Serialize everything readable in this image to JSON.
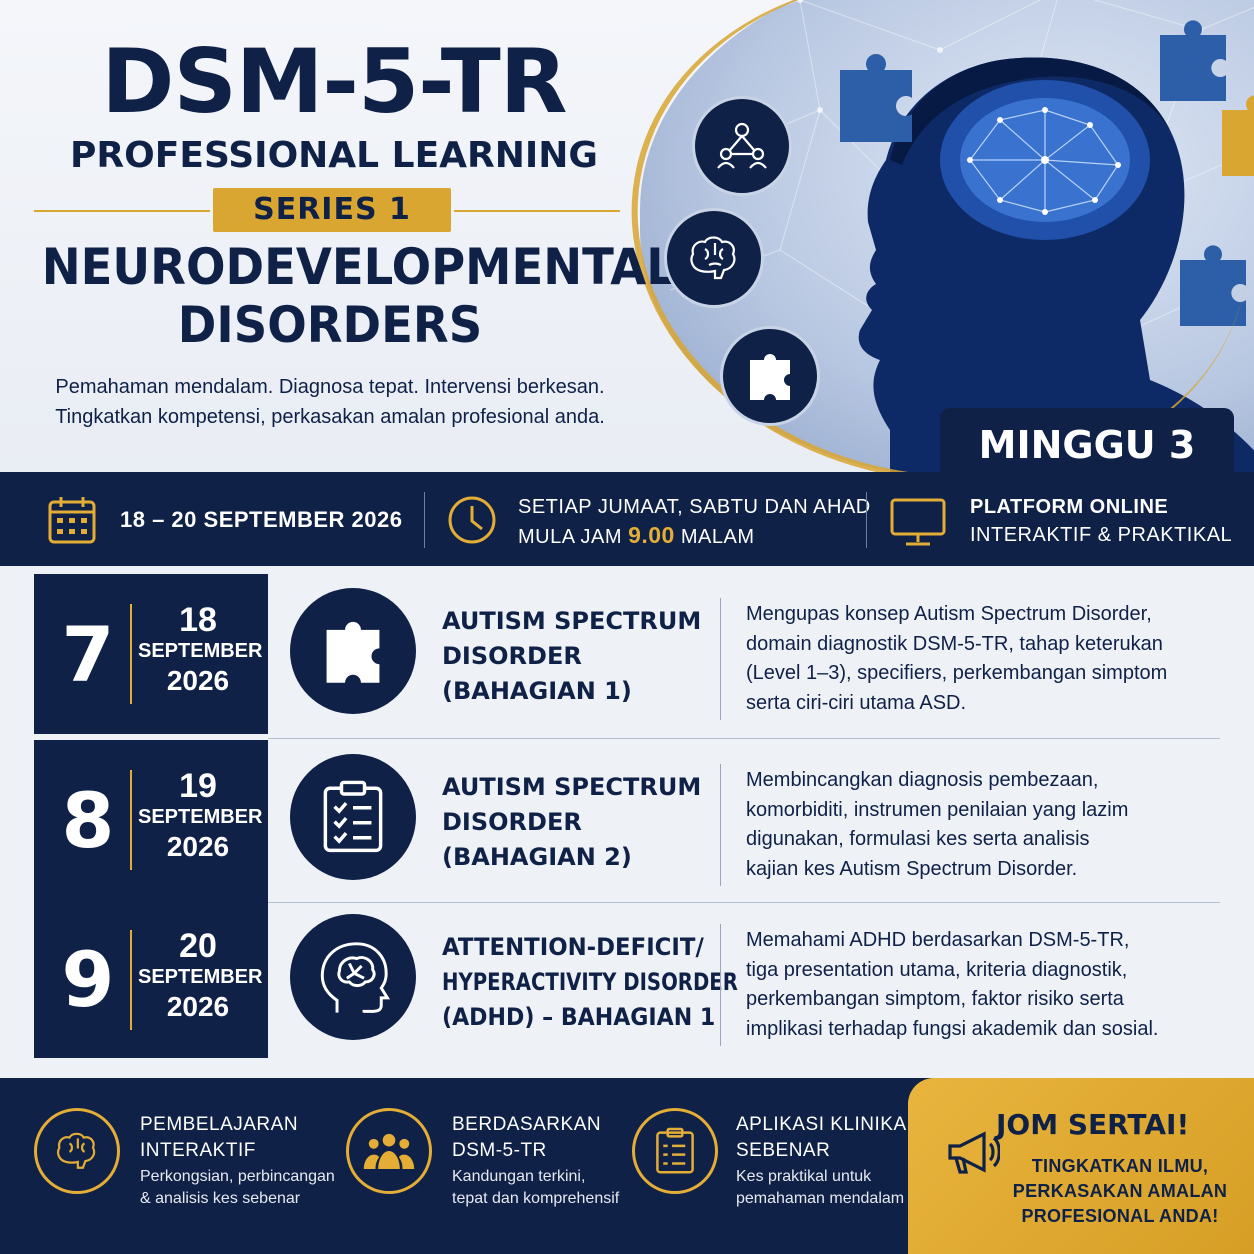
{
  "colors": {
    "navy": "#0f2147",
    "gold": "#e3ad36",
    "light": "#eef1f6"
  },
  "hero": {
    "title": "DSM-5-TR",
    "subtitle": "PROFESSIONAL LEARNING",
    "series": "SERIES 1",
    "topic_line1": "NEURODEVELOPMENTAL",
    "topic_line2": "DISORDERS",
    "tagline1": "Pemahaman mendalam. Diagnosa tepat. Intervensi berkesan.",
    "tagline2": "Tingkatkan kompetensi, perkasakan amalan profesional anda.",
    "icons": [
      "people-network-icon",
      "brain-icon",
      "puzzle-icon"
    ],
    "week": "MINGGU 3"
  },
  "info_bar": {
    "date": "18 – 20 SEPTEMBER 2026",
    "schedule_line1": "SETIAP JUMAAT, SABTU DAN AHAD",
    "schedule_line2_pre": "MULA JAM ",
    "schedule_time": "9.00",
    "schedule_line2_post": " MALAM",
    "platform_line1": "PLATFORM ONLINE",
    "platform_line2": "INTERAKTIF & PRAKTIKAL"
  },
  "sessions": [
    {
      "number": "7",
      "day": "18",
      "month": "SEPTEMBER",
      "year": "2026",
      "icon": "puzzle-icon",
      "title": [
        "AUTISM SPECTRUM",
        "DISORDER",
        "(BAHAGIAN 1)"
      ],
      "desc": [
        "Mengupas konsep Autism Spectrum Disorder,",
        "domain diagnostik DSM-5-TR, tahap keterukan",
        "(Level 1–3), specifiers, perkembangan simptom",
        "serta ciri-ciri utama ASD."
      ]
    },
    {
      "number": "8",
      "day": "19",
      "month": "SEPTEMBER",
      "year": "2026",
      "icon": "clipboard-checklist-icon",
      "title": [
        "AUTISM SPECTRUM",
        "DISORDER",
        "(BAHAGIAN 2)"
      ],
      "desc": [
        "Membincangkan diagnosis pembezaan,",
        "komorbiditi, instrumen penilaian yang lazim",
        "digunakan, formulasi kes serta analisis",
        "kajian kes Autism Spectrum Disorder."
      ]
    },
    {
      "number": "9",
      "day": "20",
      "month": "SEPTEMBER",
      "year": "2026",
      "icon": "head-brain-icon",
      "title": [
        "ATTENTION-DEFICIT/",
        "HYPERACTIVITY DISORDER",
        "(ADHD) – BAHAGIAN 1"
      ],
      "desc": [
        "Memahami ADHD berdasarkan DSM-5-TR,",
        "tiga presentation utama, kriteria diagnostik,",
        "perkembangan simptom, faktor risiko serta",
        "implikasi terhadap fungsi akademik dan sosial."
      ]
    }
  ],
  "features": [
    {
      "icon": "brain-icon",
      "title1": "PEMBELAJARAN",
      "title2": "INTERAKTIF",
      "desc1": "Perkongsian, perbincangan",
      "desc2": "& analisis kes sebenar"
    },
    {
      "icon": "group-icon",
      "title1": "BERDASARKAN",
      "title2": "DSM-5-TR",
      "desc1": "Kandungan terkini,",
      "desc2": "tepat dan komprehensif"
    },
    {
      "icon": "clipboard-icon",
      "title1": "APLIKASI KLINIKAL",
      "title2": "SEBENAR",
      "desc1": "Kes praktikal untuk",
      "desc2": "pemahaman mendalam"
    }
  ],
  "cta": {
    "icon": "megaphone-icon",
    "title": "JOM SERTAI!",
    "sub1": "TINGKATKAN ILMU,",
    "sub2": "PERKASAKAN AMALAN",
    "sub3": "PROFESIONAL ANDA!"
  }
}
